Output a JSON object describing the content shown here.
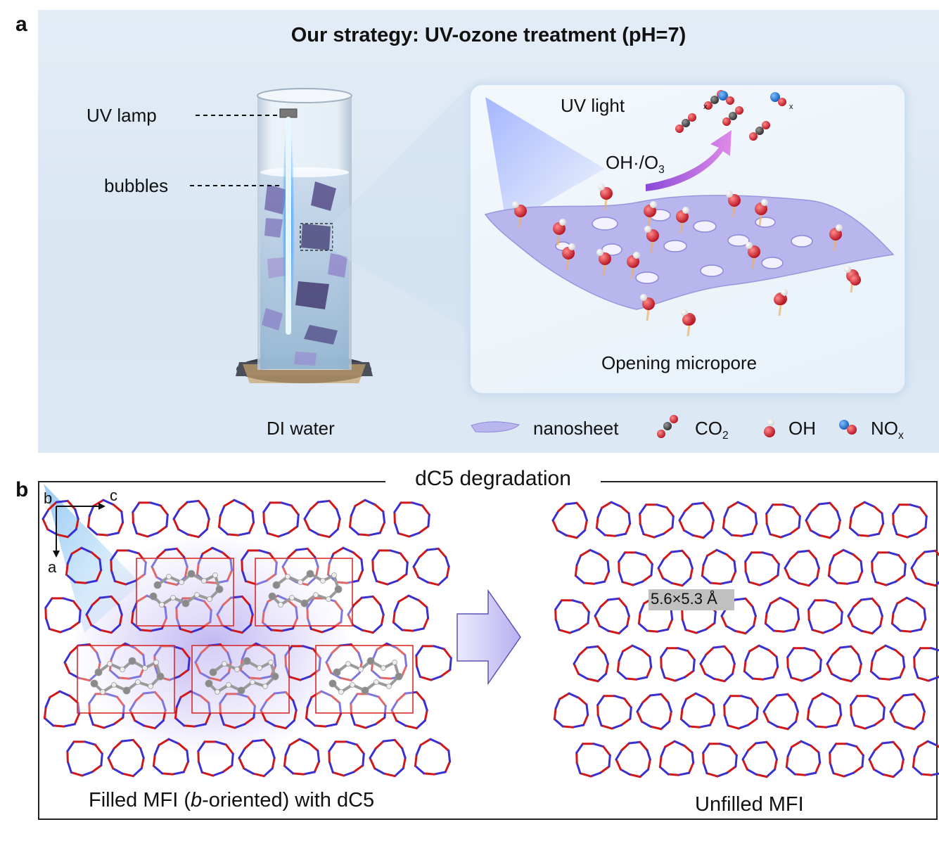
{
  "panel_a": {
    "letter": "a",
    "title": "Our strategy: UV-ozone treatment (pH=7)",
    "labels": {
      "uv_lamp": "UV lamp",
      "bubbles": "bubbles",
      "di_water": "DI water",
      "uv_light": "UV light",
      "oh_o3": "OH·/O",
      "oh_o3_sub": "3",
      "opening_micropore": "Opening micropore"
    },
    "legend": {
      "nanosheet": "nanosheet",
      "co2": "CO",
      "co2_sub": "2",
      "oh": "OH",
      "nox": "NO",
      "nox_sub": "x"
    },
    "x_sub": "x",
    "colors": {
      "oxygen": "#d42030",
      "carbon": "#3a3a3a",
      "nitrogen": "#1e78d6",
      "hydrogen": "#f4f4f4",
      "sheet": "#b8b4ee",
      "arrow": "#c45ad8",
      "micropore_text": "#9a5fd6"
    }
  },
  "panel_b": {
    "letter": "b",
    "title": "dC5 degradation",
    "axes": {
      "b": "b",
      "c": "c",
      "a": "a"
    },
    "left_caption_pre": "Filled MFI (",
    "left_caption_italic": "b",
    "left_caption_post": "-oriented) with dC5",
    "right_caption": "Unfilled MFI",
    "pore_size": "5.6×5.3 Å",
    "colors": {
      "framework_red": "#d01818",
      "framework_blue": "#3a2fd0",
      "box": "#d42020",
      "arrow_fill": "#c9c5f4"
    }
  }
}
